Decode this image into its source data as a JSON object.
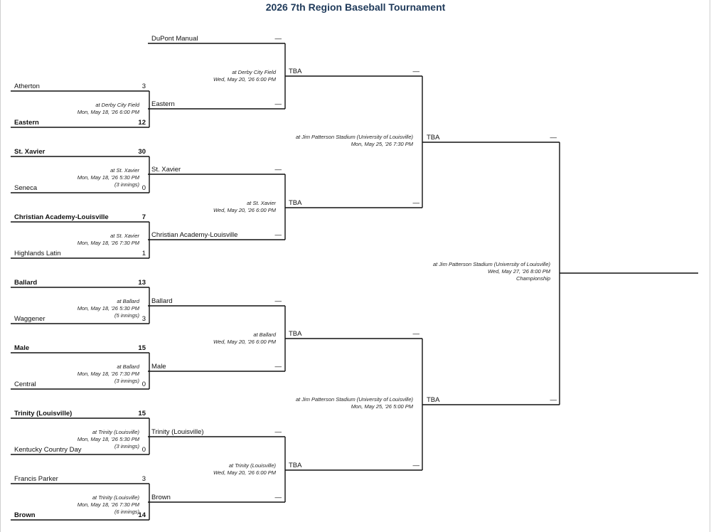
{
  "title": "2026 7th Region Baseball Tournament",
  "dash": "—",
  "round1": [
    {
      "top": {
        "name": "Atherton",
        "score": "3",
        "winner": false
      },
      "bottom": {
        "name": "Eastern",
        "score": "12",
        "winner": true
      },
      "info": [
        "at Derby City Field",
        "Mon, May 18, '26 6:00 PM"
      ]
    },
    {
      "top": {
        "name": "St. Xavier",
        "score": "30",
        "winner": true
      },
      "bottom": {
        "name": "Seneca",
        "score": "0",
        "winner": false
      },
      "info": [
        "at St. Xavier",
        "Mon, May 18, '26 5:30 PM",
        "(3 innings)"
      ]
    },
    {
      "top": {
        "name": "Christian Academy-Louisville",
        "score": "7",
        "winner": true
      },
      "bottom": {
        "name": "Highlands Latin",
        "score": "1",
        "winner": false
      },
      "info": [
        "at St. Xavier",
        "Mon, May 18, '26 7:30 PM"
      ]
    },
    {
      "top": {
        "name": "Ballard",
        "score": "13",
        "winner": true
      },
      "bottom": {
        "name": "Waggener",
        "score": "3",
        "winner": false
      },
      "info": [
        "at Ballard",
        "Mon, May 18, '26 5:30 PM",
        "(5 innings)"
      ]
    },
    {
      "top": {
        "name": "Male",
        "score": "15",
        "winner": true
      },
      "bottom": {
        "name": "Central",
        "score": "0",
        "winner": false
      },
      "info": [
        "at Ballard",
        "Mon, May 18, '26 7:30 PM",
        "(3 innings)"
      ]
    },
    {
      "top": {
        "name": "Trinity (Louisville)",
        "score": "15",
        "winner": true
      },
      "bottom": {
        "name": "Kentucky Country Day",
        "score": "0",
        "winner": false
      },
      "info": [
        "at Trinity (Louisville)",
        "Mon, May 18, '26 5:30 PM",
        "(3 innings)"
      ]
    },
    {
      "top": {
        "name": "Francis Parker",
        "score": "3",
        "winner": false
      },
      "bottom": {
        "name": "Brown",
        "score": "14",
        "winner": true
      },
      "info": [
        "at Trinity (Louisville)",
        "Mon, May 18, '26 7:30 PM",
        "(6 innings)"
      ]
    }
  ],
  "round2": [
    {
      "top": "DuPont Manual",
      "bottom": "Eastern",
      "info": [
        "at Derby City Field",
        "Wed, May 20, '26 6:00 PM"
      ]
    },
    {
      "top": "St. Xavier",
      "bottom": "Christian Academy-Louisville",
      "info": [
        "at St. Xavier",
        "Wed, May 20, '26 6:00 PM"
      ]
    },
    {
      "top": "Ballard",
      "bottom": "Male",
      "info": [
        "at Ballard",
        "Wed, May 20, '26 6:00 PM"
      ]
    },
    {
      "top": "Trinity (Louisville)",
      "bottom": "Brown",
      "info": [
        "at Trinity (Louisville)",
        "Wed, May 20, '26 6:00 PM"
      ]
    }
  ],
  "round3": [
    {
      "top": "TBA",
      "bottom": "TBA",
      "info": [
        "at Jim Patterson Stadium (University of Louisville)",
        "Mon, May 25, '26 7:30 PM"
      ]
    },
    {
      "top": "TBA",
      "bottom": "TBA",
      "info": [
        "at Jim Patterson Stadium (University of Louisville)",
        "Mon, May 25, '26 5:00 PM"
      ]
    }
  ],
  "final": {
    "top": "TBA",
    "bottom": "TBA",
    "info": [
      "at Jim Patterson Stadium (University of Louisville)",
      "Wed, May 27, '26 8:00 PM",
      "Championship"
    ]
  }
}
